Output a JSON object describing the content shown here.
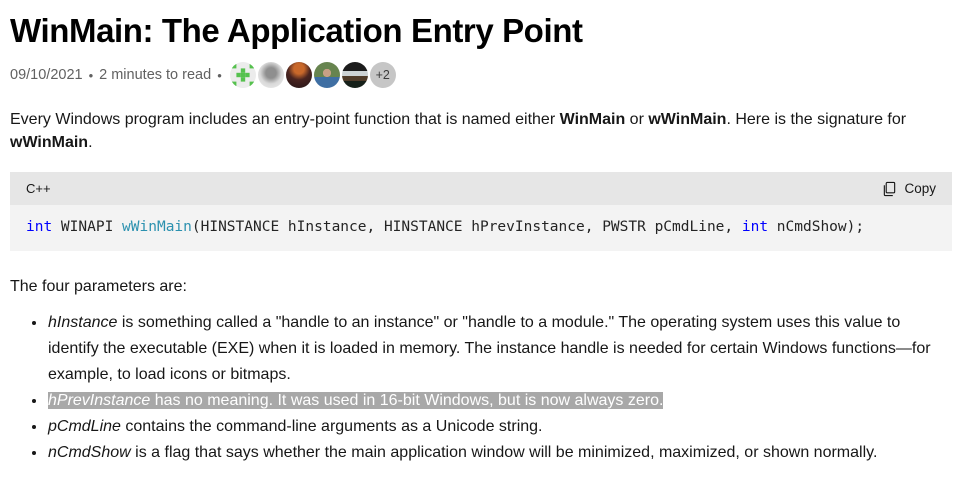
{
  "header": {
    "title": "WinMain: The Application Entry Point",
    "date": "09/10/2021",
    "separator": "•",
    "read_time": "2 minutes to read",
    "avatar_icons": [
      "github-identicon-avatar",
      "contributor-photo-avatar",
      "contributor-photo-avatar",
      "contributor-photo-avatar",
      "contributor-photo-avatar"
    ],
    "overflow_badge": "+2"
  },
  "intro": {
    "segments": [
      {
        "text": "Every Windows program includes an entry-point function that is named either ",
        "bold": false
      },
      {
        "text": "WinMain",
        "bold": true
      },
      {
        "text": " or ",
        "bold": false
      },
      {
        "text": "wWinMain",
        "bold": true
      },
      {
        "text": ". Here is the signature for ",
        "bold": false
      },
      {
        "text": "wWinMain",
        "bold": true
      },
      {
        "text": ".",
        "bold": false
      }
    ]
  },
  "code_block": {
    "language": "C++",
    "copy_label": "Copy",
    "copy_icon": "copy-pages-icon",
    "tokens": [
      {
        "text": "int",
        "type": "keyword"
      },
      {
        "text": " WINAPI ",
        "type": "plain"
      },
      {
        "text": "wWinMain",
        "type": "function"
      },
      {
        "text": "(HINSTANCE hInstance, HINSTANCE hPrevInstance, PWSTR pCmdLine, ",
        "type": "plain"
      },
      {
        "text": "int",
        "type": "keyword"
      },
      {
        "text": " nCmdShow);",
        "type": "plain"
      }
    ]
  },
  "parameters": {
    "intro": "The four parameters are:",
    "items": [
      {
        "term": "hInstance",
        "text": " is something called a \"handle to an instance\" or \"handle to a module.\" The operating system uses this value to identify the executable (EXE) when it is loaded in memory. The instance handle is needed for certain Windows functions—for example, to load icons or bitmaps.",
        "highlighted": false
      },
      {
        "term": "hPrevInstance",
        "text": " has no meaning. It was used in 16-bit Windows, but is now always zero.",
        "highlighted": true
      },
      {
        "term": "pCmdLine",
        "text": " contains the command-line arguments as a Unicode string.",
        "highlighted": false
      },
      {
        "term": "nCmdShow",
        "text": " is a flag that says whether the main application window will be minimized, maximized, or shown normally.",
        "highlighted": false
      }
    ]
  },
  "colors": {
    "keyword": "#0000ff",
    "function_name": "#2b91af",
    "selection_background": "#a8a8a8",
    "code_header_background": "#e6e6e6",
    "code_body_background": "#f3f3f3",
    "identicon_green": "#55c14e"
  }
}
